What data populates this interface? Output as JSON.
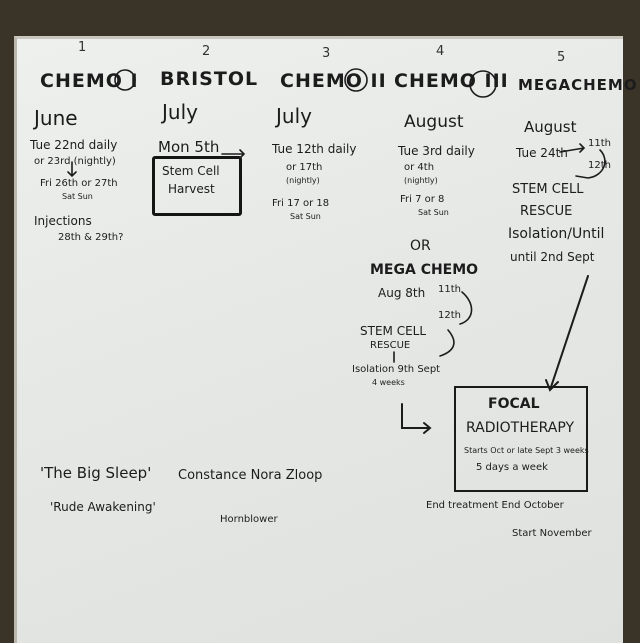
{
  "columns": [
    {
      "number": "1",
      "heading": "CHEMO I",
      "month": "June",
      "lines": [
        "Tue 22nd daily",
        "or 23rd  (nightly)",
        "Fri 26th or 27th",
        "Sat  Sun",
        "Injections",
        "28th & 29th?"
      ]
    },
    {
      "number": "2",
      "heading": "BRISTOL",
      "month": "July",
      "lines": [
        "Mon 5th",
        "Stem Cell",
        "Harvest"
      ]
    },
    {
      "number": "3",
      "heading": "CHEMO II",
      "month": "July",
      "lines": [
        "Tue 12th daily",
        "or 17th",
        "(nightly)",
        "Fri 17 or 18",
        "Sat  Sun"
      ]
    },
    {
      "number": "4",
      "heading": "CHEMO III",
      "month": "August",
      "lines": [
        "Tue 3rd daily",
        "or 4th",
        "(nightly)",
        "Fri 7 or 8",
        "Sat  Sun"
      ]
    },
    {
      "number": "5",
      "heading": "MEGACHEMO",
      "month": "August",
      "lines": [
        "Tue 24th",
        "11th",
        "12th",
        "STEM CELL",
        "RESCUE",
        "Isolation/Until",
        "until 2nd Sept"
      ]
    }
  ],
  "alternative": {
    "or": "OR",
    "heading": "MEGA CHEMO",
    "lines": [
      "Aug 8th",
      "11th",
      "12th",
      "STEM CELL",
      "RESCUE",
      "Isolation 9th Sept",
      "4 weeks"
    ]
  },
  "radiotherapy": {
    "title": "FOCAL",
    "subtitle": "RADIOTHERAPY",
    "lines": [
      "Starts Oct or late Sept  3 weeks",
      "5 days a week"
    ]
  },
  "end_note": [
    "End treatment  End October",
    "Start November"
  ],
  "notes_left": [
    "'The Big Sleep'",
    "'Rude Awakening'"
  ],
  "notes_right": [
    "Constance Nora Zloop",
    "Hornblower"
  ]
}
